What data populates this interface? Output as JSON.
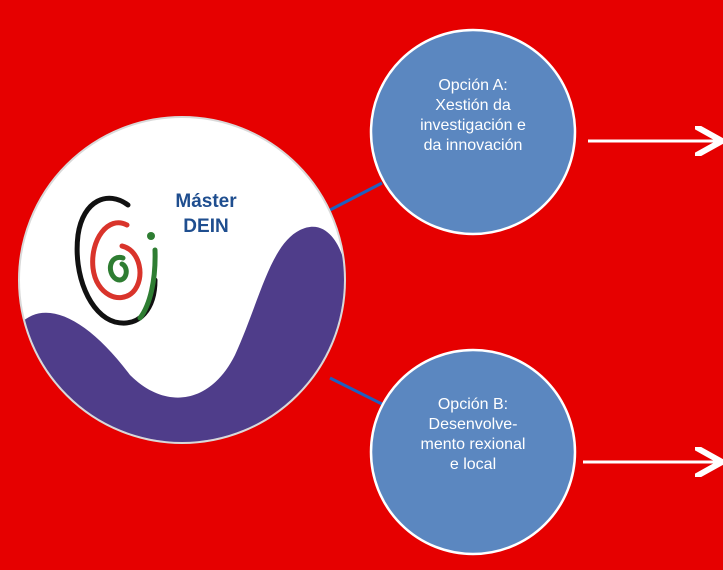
{
  "background_color": "#e60000",
  "main_circle": {
    "title_line1": "Máster",
    "title_line2": "DEIN",
    "fill": "#ffffff",
    "wave_color": "#4f3d8a",
    "title_color": "#1f4e8f"
  },
  "logo": {
    "icon": "spiral-logo-icon",
    "colors": [
      "#111111",
      "#d9342b",
      "#2e7d32"
    ]
  },
  "option_a": {
    "lines": [
      "Opción A:",
      "Xestión da",
      "investigación e",
      "da innovación"
    ],
    "fill": "#5b87c0"
  },
  "option_b": {
    "lines": [
      "Opción B:",
      "Desenvolve-",
      "mento rexional",
      "e local"
    ],
    "fill": "#5b87c0"
  },
  "connector_color": "#1f5fbf",
  "arrow_color": "#ffffff"
}
